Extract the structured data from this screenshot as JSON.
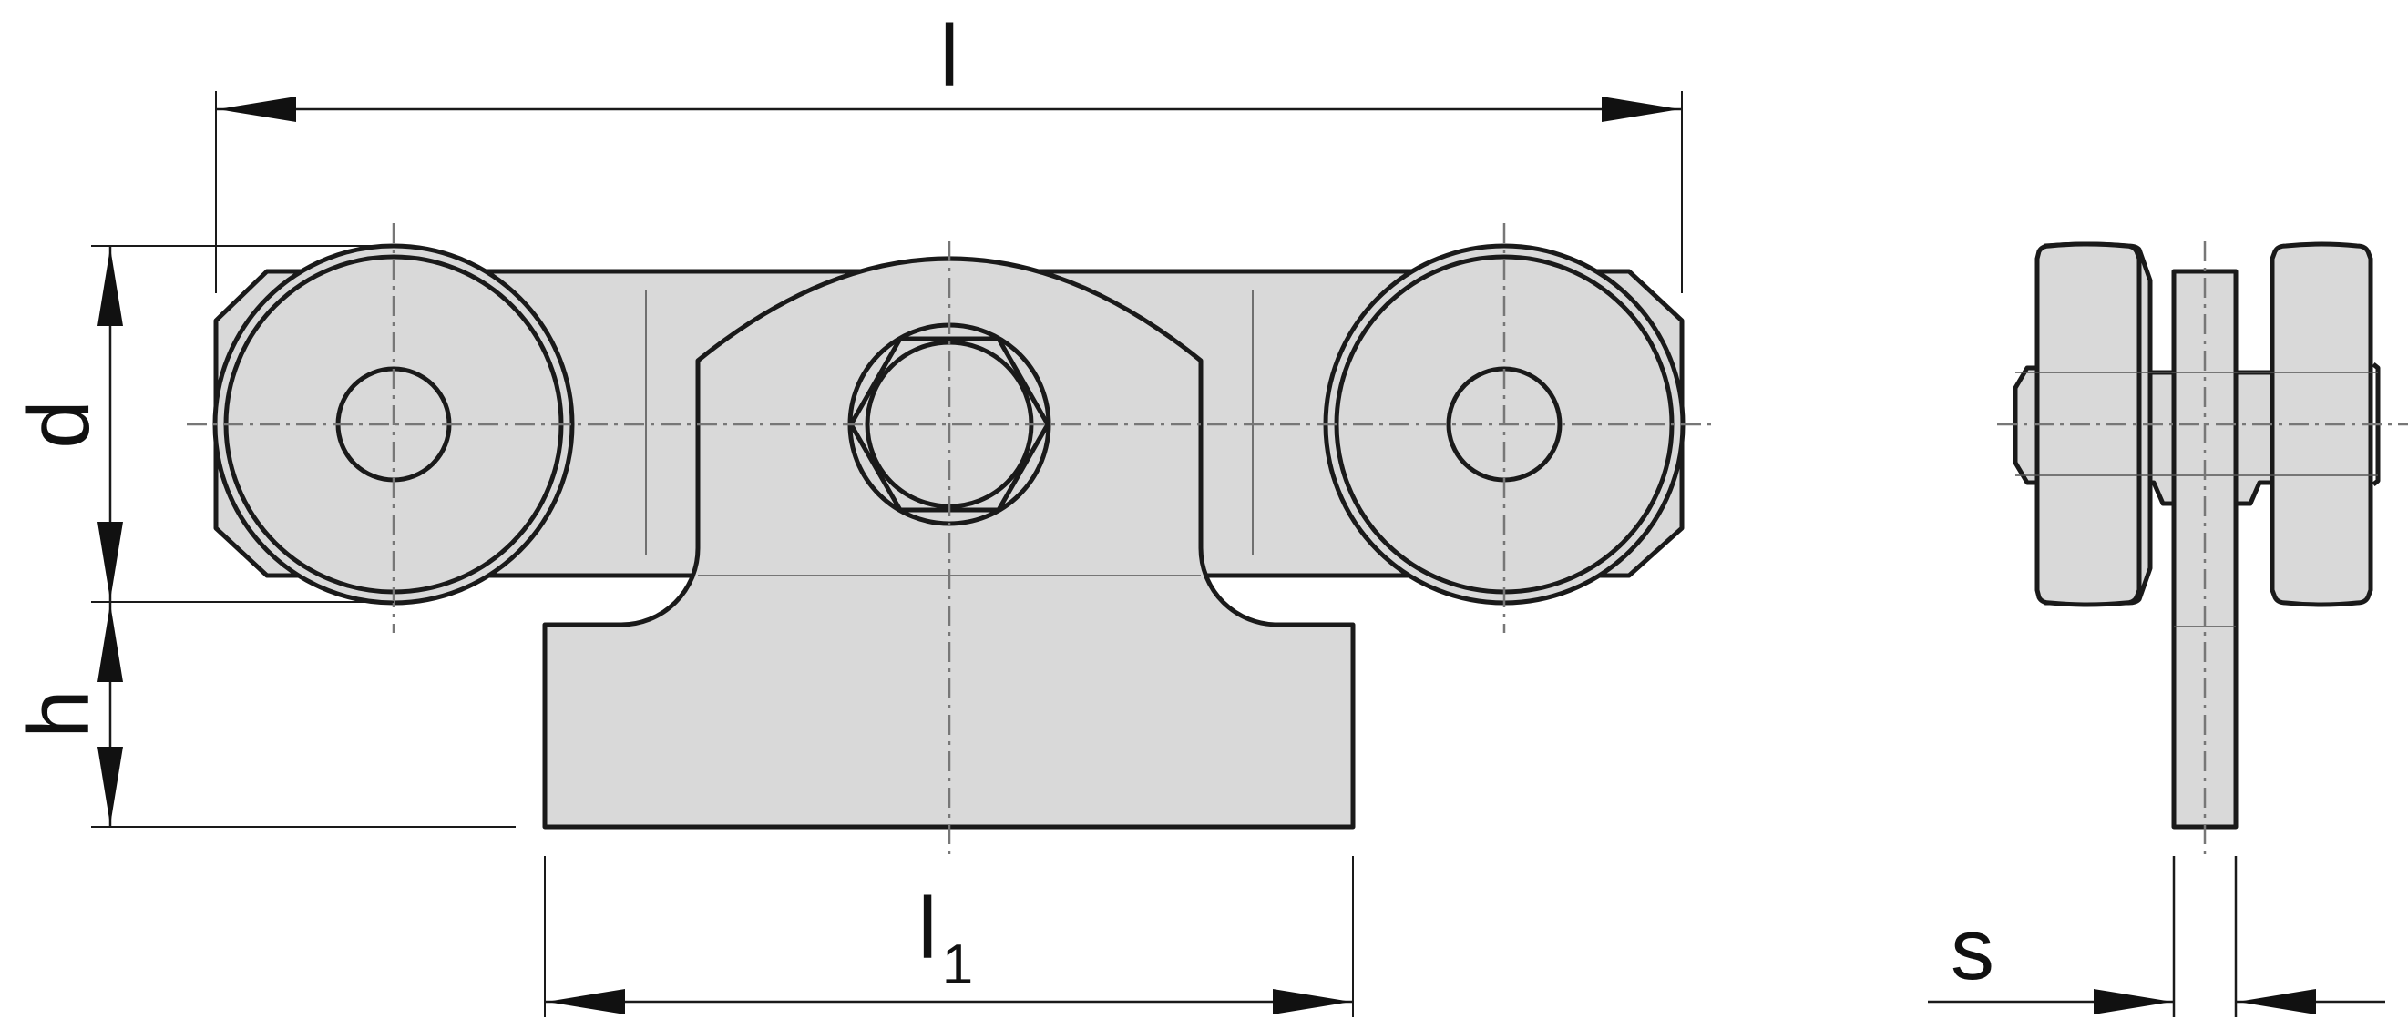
{
  "dimensions": {
    "overall_length": "l",
    "wheel_diameter": "d",
    "base_height": "h",
    "base_length_main": "l",
    "base_length_sub": "1",
    "plate_thickness": "s"
  },
  "colors": {
    "part_fill": "#d9d9d9",
    "outline": "#1a1a1a",
    "center_line": "#777777"
  }
}
